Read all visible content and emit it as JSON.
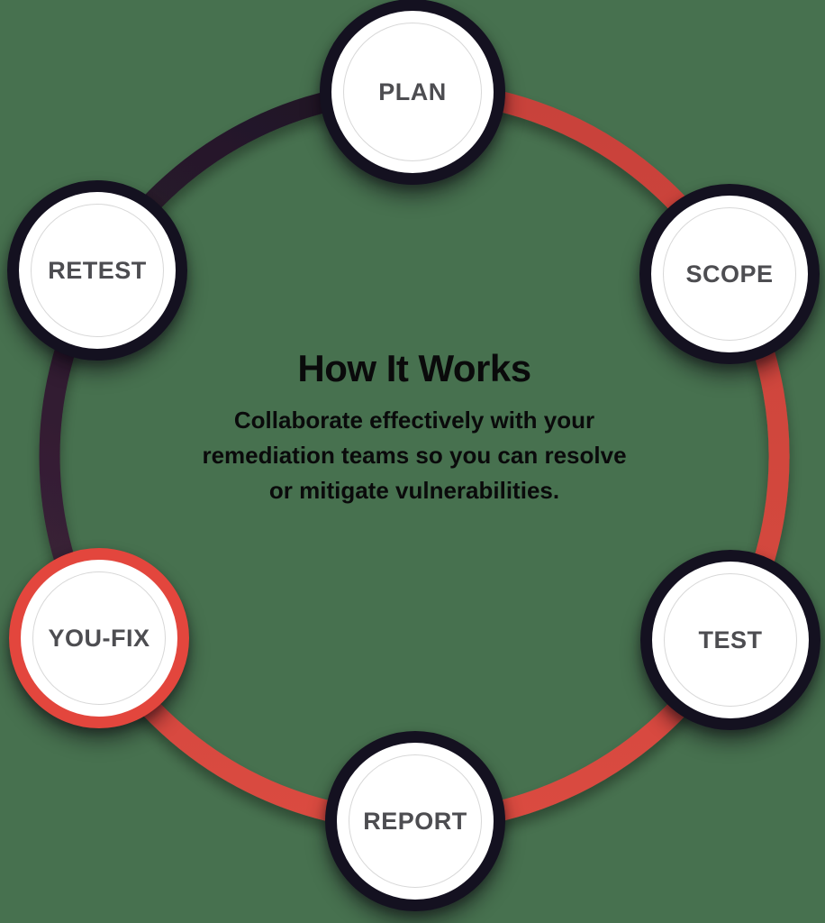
{
  "diagram": {
    "center": {
      "title": "How It Works",
      "subtitle": "Collaborate effectively with your remediation teams so you can resolve or mitigate vulnerabilities.",
      "subtitle_lines": [
        "Collaborate effectively with your",
        "remediation teams so you can resolve",
        "or mitigate vulnerabilities."
      ]
    },
    "steps": [
      {
        "label": "PLAN",
        "ring": "dark",
        "position": "top"
      },
      {
        "label": "SCOPE",
        "ring": "dark",
        "position": "upper-right"
      },
      {
        "label": "TEST",
        "ring": "dark",
        "position": "lower-right"
      },
      {
        "label": "REPORT",
        "ring": "dark",
        "position": "bottom"
      },
      {
        "label": "YOU-FIX",
        "ring": "red",
        "position": "lower-left"
      },
      {
        "label": "RETEST",
        "ring": "dark",
        "position": "upper-left"
      }
    ],
    "ring_segments": [
      {
        "from": "PLAN",
        "to": "YOU-FIX",
        "via": "SCOPE, TEST, REPORT",
        "color": "red"
      },
      {
        "from": "YOU-FIX",
        "to": "PLAN",
        "via": "RETEST",
        "color": "dark"
      }
    ]
  },
  "colors": {
    "background": "#47714F",
    "arc_red_start": "#C8423A",
    "arc_red_end": "#DA4B41",
    "arc_dark_start": "#1F1626",
    "arc_dark_end": "#3A2137",
    "node_ring_dark": "#141120",
    "node_ring_red": "#E3463D",
    "node_fill": "#FFFFFF",
    "inner_circle": "#D8D8D8",
    "label_color": "#4D4D51",
    "text_color": "#0A0A0B"
  }
}
